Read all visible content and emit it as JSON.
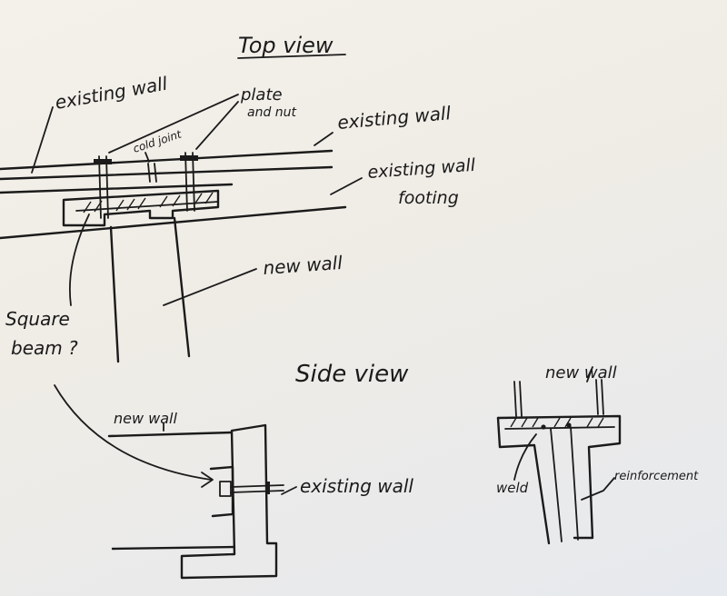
{
  "sketch": {
    "top_view": {
      "title": "Top view",
      "labels": {
        "existing_wall_left": "existing wall",
        "plate_line1": "plate",
        "plate_line2": "and nut",
        "cold_joint": "cold joint",
        "existing_wall_right": "existing wall",
        "footing_line1": "existing wall",
        "footing_line2": "footing",
        "new_wall": "new wall",
        "square_line1": "Square",
        "square_line2": "beam ?"
      }
    },
    "side_view": {
      "title": "Side view",
      "labels": {
        "new_wall_left": "new wall",
        "existing_wall": "existing wall",
        "new_wall_right": "new wall",
        "weld": "weld",
        "reinforcement": "reinforcement"
      }
    }
  }
}
